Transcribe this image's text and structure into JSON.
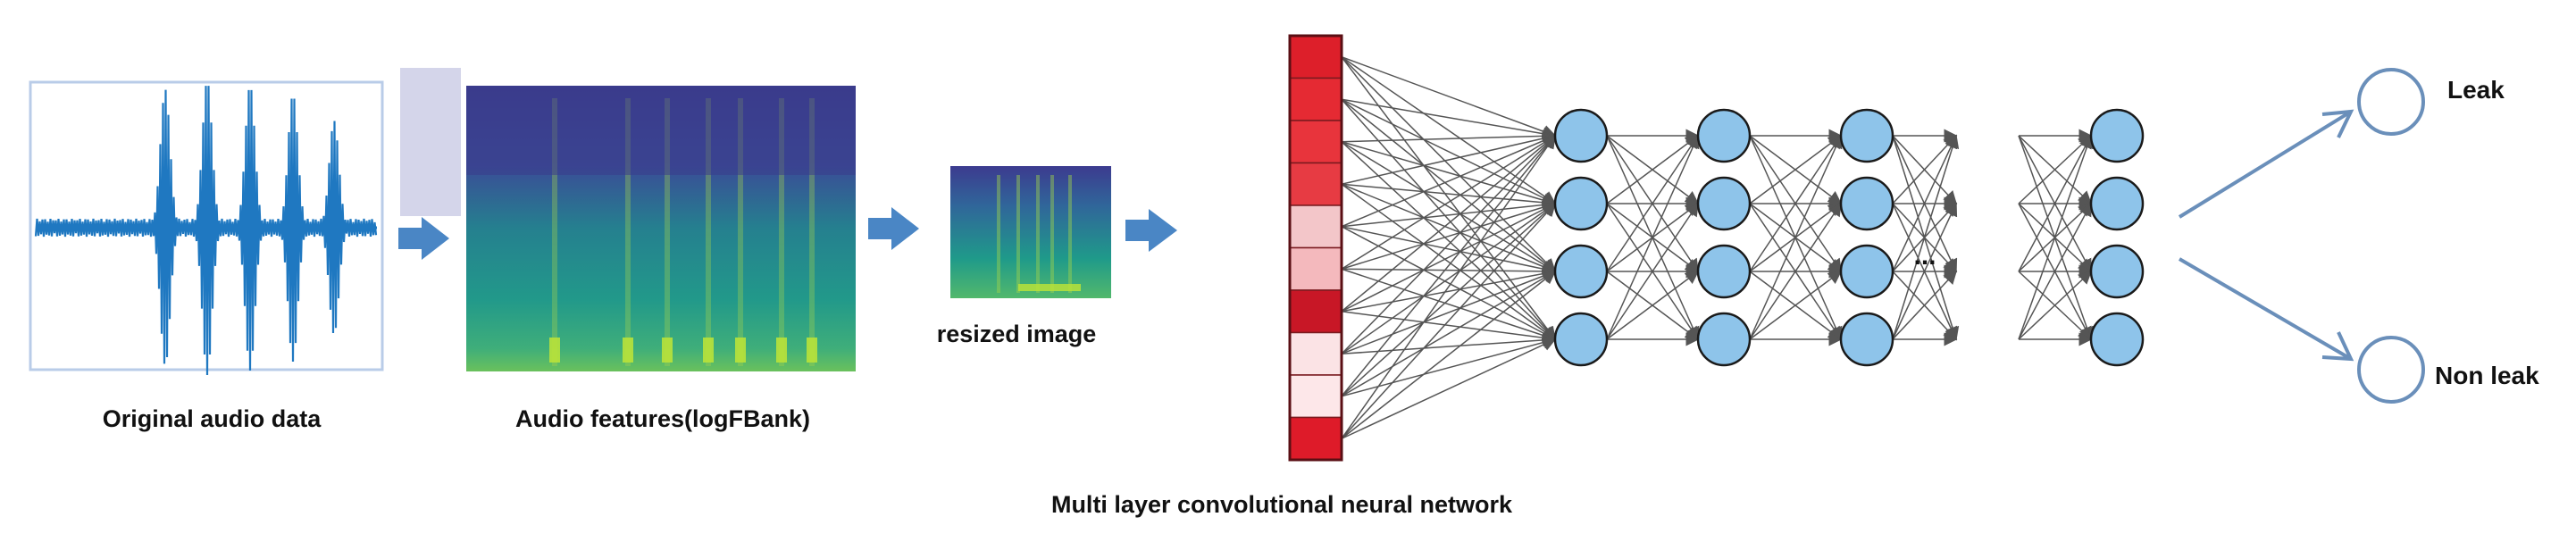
{
  "labels": {
    "original_audio": "Original audio data",
    "audio_features": "Audio features(logFBank)",
    "resized_image": "resized image",
    "network": "Multi layer convolutional neural network",
    "ellipsis": "...",
    "leak": "Leak",
    "non_leak": "Non leak"
  },
  "colors": {
    "waveform": "#1f78c1",
    "arrow": "#4a86c5",
    "node_fill": "#8ec4ea",
    "node_stroke": "#1a1a1a",
    "connection": "#555555",
    "output_node_stroke": "#6a8fba",
    "spectrogram_dark": "#3c3f8f",
    "spectrogram_mid": "#1e9b8a",
    "spectrogram_bright": "#b9e23a",
    "input_cells": [
      "#dd1f2a",
      "#e52a33",
      "#e8343c",
      "#e73b43",
      "#f3c6c9",
      "#f4b9bd",
      "#c81726",
      "#fbe3e5",
      "#fde7e9",
      "#de1b29"
    ]
  }
}
